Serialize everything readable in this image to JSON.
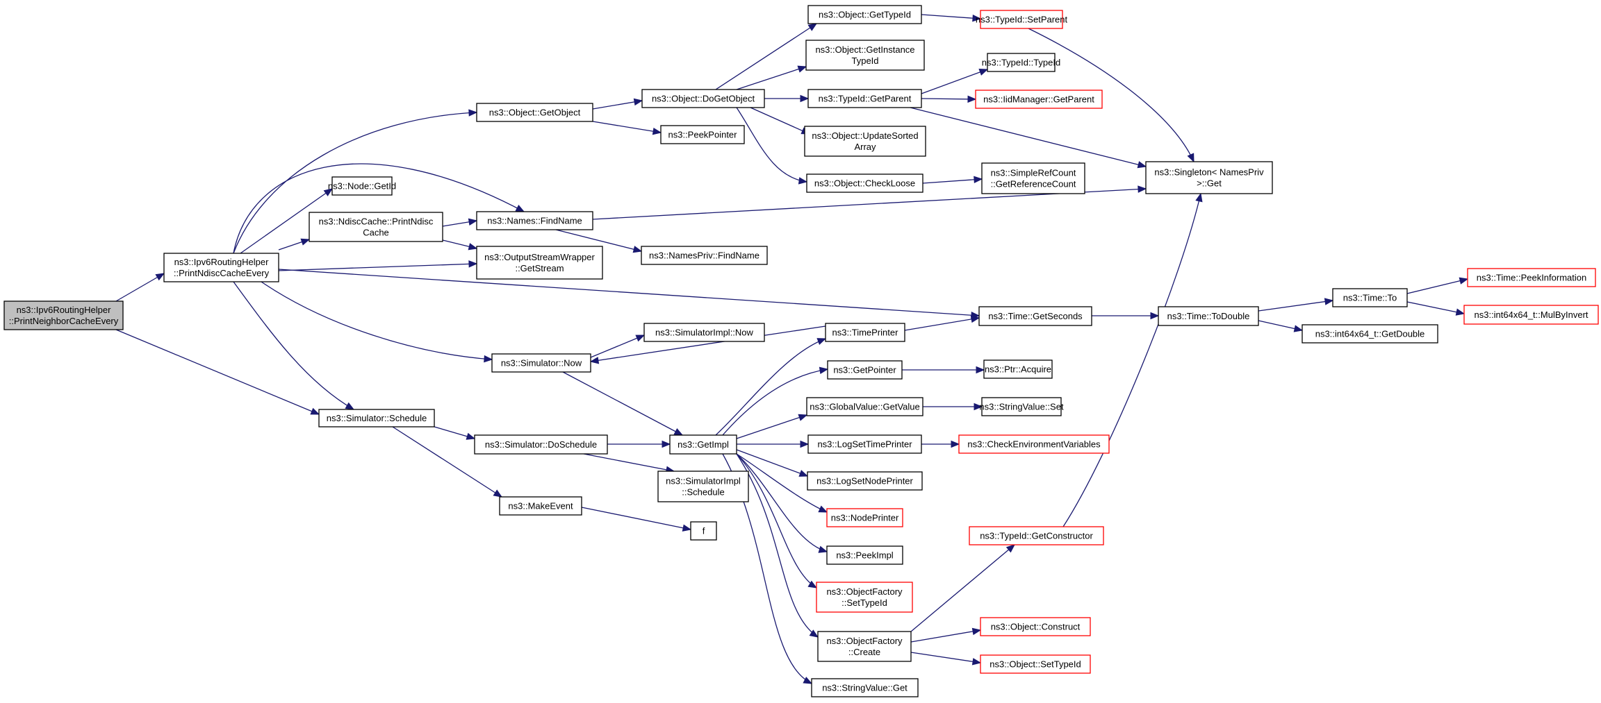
{
  "colors": {
    "edge": "#191970",
    "root_fill": "#bfbfbf",
    "node_fill": "#ffffff",
    "border_black": "#000000",
    "border_red": "#ff0000"
  },
  "nodes": {
    "root": {
      "lines": [
        "ns3::Ipv6RoutingHelper",
        "::PrintNeighborCacheEvery"
      ],
      "border": "black",
      "highlight": true
    },
    "ndisc_every": {
      "lines": [
        "ns3::Ipv6RoutingHelper",
        "::PrintNdiscCacheEvery"
      ],
      "border": "black"
    },
    "schedule": {
      "lines": [
        "ns3::Simulator::Schedule"
      ],
      "border": "black"
    },
    "get_object": {
      "lines": [
        "ns3::Object::GetObject"
      ],
      "border": "black"
    },
    "node_getid": {
      "lines": [
        "ns3::Node::GetId"
      ],
      "border": "black"
    },
    "ndisc_print": {
      "lines": [
        "ns3::NdiscCache::PrintNdisc",
        "Cache"
      ],
      "border": "black"
    },
    "names_find": {
      "lines": [
        "ns3::Names::FindName"
      ],
      "border": "black"
    },
    "output_stream": {
      "lines": [
        "ns3::OutputStreamWrapper",
        "::GetStream"
      ],
      "border": "black"
    },
    "sim_now": {
      "lines": [
        "ns3::Simulator::Now"
      ],
      "border": "black"
    },
    "do_schedule": {
      "lines": [
        "ns3::Simulator::DoSchedule"
      ],
      "border": "black"
    },
    "make_event": {
      "lines": [
        "ns3::MakeEvent"
      ],
      "border": "black"
    },
    "do_get_object": {
      "lines": [
        "ns3::Object::DoGetObject"
      ],
      "border": "black"
    },
    "peek_pointer": {
      "lines": [
        "ns3::PeekPointer"
      ],
      "border": "black"
    },
    "namespriv_find": {
      "lines": [
        "ns3::NamesPriv::FindName"
      ],
      "border": "black"
    },
    "simimpl_now": {
      "lines": [
        "ns3::SimulatorImpl::Now"
      ],
      "border": "black"
    },
    "get_impl": {
      "lines": [
        "ns3::GetImpl"
      ],
      "border": "black"
    },
    "simimpl_schedule": {
      "lines": [
        "ns3::SimulatorImpl",
        "::Schedule"
      ],
      "border": "black"
    },
    "f": {
      "lines": [
        "f"
      ],
      "border": "black"
    },
    "obj_get_typeid": {
      "lines": [
        "ns3::Object::GetTypeId"
      ],
      "border": "black"
    },
    "obj_get_instance": {
      "lines": [
        "ns3::Object::GetInstance",
        "TypeId"
      ],
      "border": "black"
    },
    "typeid_get_parent": {
      "lines": [
        "ns3::TypeId::GetParent"
      ],
      "border": "black"
    },
    "obj_update_sorted": {
      "lines": [
        "ns3::Object::UpdateSorted",
        "Array"
      ],
      "border": "black"
    },
    "obj_check_loose": {
      "lines": [
        "ns3::Object::CheckLoose"
      ],
      "border": "black"
    },
    "time_printer": {
      "lines": [
        "ns3::TimePrinter"
      ],
      "border": "black"
    },
    "get_pointer": {
      "lines": [
        "ns3::GetPointer"
      ],
      "border": "black"
    },
    "global_value_get": {
      "lines": [
        "ns3::GlobalValue::GetValue"
      ],
      "border": "black"
    },
    "log_set_time": {
      "lines": [
        "ns3::LogSetTimePrinter"
      ],
      "border": "black"
    },
    "log_set_node": {
      "lines": [
        "ns3::LogSetNodePrinter"
      ],
      "border": "black"
    },
    "node_printer": {
      "lines": [
        "ns3::NodePrinter"
      ],
      "border": "red"
    },
    "peek_impl": {
      "lines": [
        "ns3::PeekImpl"
      ],
      "border": "black"
    },
    "objfactory_settypeid": {
      "lines": [
        "ns3::ObjectFactory",
        "::SetTypeId"
      ],
      "border": "red"
    },
    "objfactory_create": {
      "lines": [
        "ns3::ObjectFactory",
        "::Create"
      ],
      "border": "black"
    },
    "stringvalue_get": {
      "lines": [
        "ns3::StringValue::Get"
      ],
      "border": "black"
    },
    "typeid_set_parent": {
      "lines": [
        "ns3::TypeId::SetParent"
      ],
      "border": "red"
    },
    "typeid_typeid": {
      "lines": [
        "ns3::TypeId::TypeId"
      ],
      "border": "black"
    },
    "iid_get_parent": {
      "lines": [
        "ns3::IidManager::GetParent"
      ],
      "border": "red"
    },
    "simple_refcount": {
      "lines": [
        "ns3::SimpleRefCount",
        "::GetReferenceCount"
      ],
      "border": "black"
    },
    "time_get_seconds": {
      "lines": [
        "ns3::Time::GetSeconds"
      ],
      "border": "black"
    },
    "ptr_acquire": {
      "lines": [
        "ns3::Ptr::Acquire"
      ],
      "border": "black"
    },
    "stringvalue_set": {
      "lines": [
        "ns3::StringValue::Set"
      ],
      "border": "black"
    },
    "check_env": {
      "lines": [
        "ns3::CheckEnvironmentVariables"
      ],
      "border": "red"
    },
    "typeid_get_ctor": {
      "lines": [
        "ns3::TypeId::GetConstructor"
      ],
      "border": "red"
    },
    "obj_construct": {
      "lines": [
        "ns3::Object::Construct"
      ],
      "border": "red"
    },
    "obj_set_typeid": {
      "lines": [
        "ns3::Object::SetTypeId"
      ],
      "border": "red"
    },
    "singleton_get": {
      "lines": [
        "ns3::Singleton< NamesPriv",
        ">::Get"
      ],
      "border": "black"
    },
    "time_to_double": {
      "lines": [
        "ns3::Time::ToDouble"
      ],
      "border": "black"
    },
    "time_to": {
      "lines": [
        "ns3::Time::To"
      ],
      "border": "black"
    },
    "int64_get_double": {
      "lines": [
        "ns3::int64x64_t::GetDouble"
      ],
      "border": "black"
    },
    "time_peek_info": {
      "lines": [
        "ns3::Time::PeekInformation"
      ],
      "border": "red"
    },
    "int64_mul_by_invert": {
      "lines": [
        "ns3::int64x64_t::MulByInvert"
      ],
      "border": "red"
    }
  }
}
